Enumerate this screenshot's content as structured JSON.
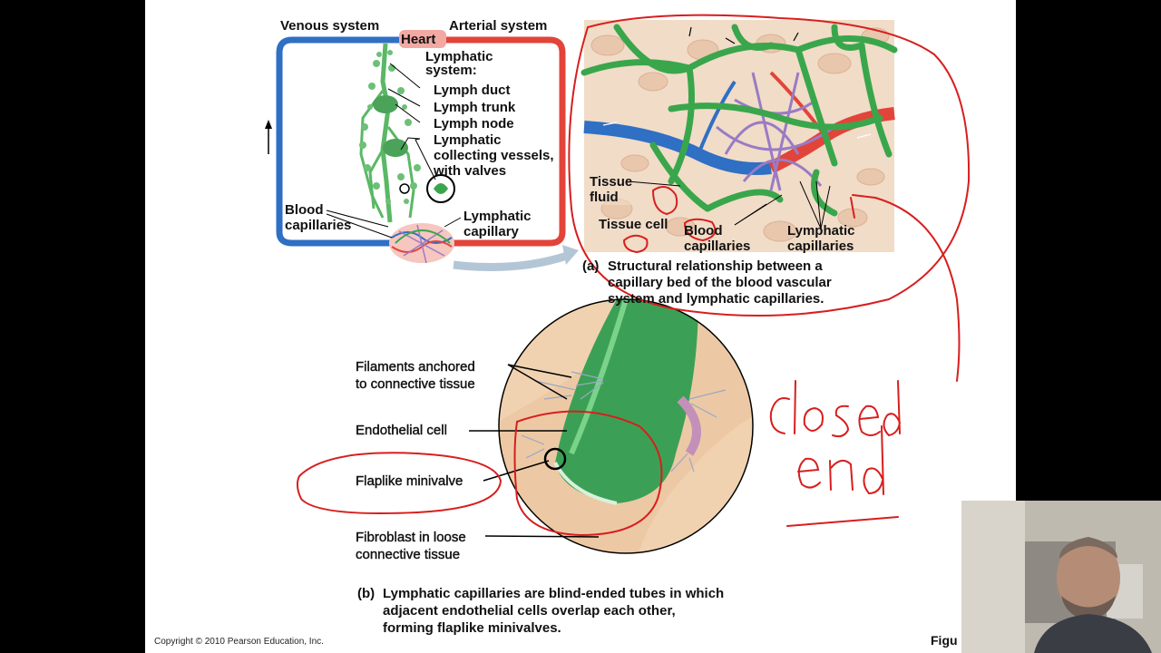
{
  "panel_a": {
    "labels": {
      "venous": "Venous system",
      "arterial": "Arterial system",
      "heart": "Heart",
      "lymphatic_system": "Lymphatic\nsystem:",
      "lymph_duct": "Lymph duct",
      "lymph_trunk": "Lymph trunk",
      "lymph_node": "Lymph node",
      "collecting_vessels": "Lymphatic\ncollecting vessels,\nwith valves",
      "blood_capillaries_left": "Blood\ncapillaries",
      "lymphatic_capillary": "Lymphatic\ncapillary",
      "tissue_fluid": "Tissue\nfluid",
      "tissue_cell": "Tissue cell",
      "blood_capillaries_right": "Blood\ncapillaries",
      "lymphatic_capillaries": "Lymphatic\ncapillaries"
    },
    "caption_letter": "(a)",
    "caption": "Structural relationship between a\ncapillary bed of the blood vascular\nsystem and lymphatic capillaries."
  },
  "panel_b": {
    "labels": {
      "filaments": "Filaments anchored\nto connective tissue",
      "endothelial": "Endothelial cell",
      "minivalve": "Flaplike minivalve",
      "fibroblast": "Fibroblast in loose\nconnective tissue"
    },
    "caption_letter": "(b)",
    "caption": "Lymphatic capillaries are blind-ended tubes in which\nadjacent endothelial cells overlap each other,\nforming flaplike minivalves."
  },
  "annotation": {
    "line1": "closed",
    "line2": "end"
  },
  "footer": {
    "copyright": "Copyright © 2010 Pearson Education, Inc.",
    "figure": "Figu"
  },
  "colors": {
    "artery": "#e2443a",
    "vein": "#2f6fc4",
    "lymph": "#3aa64c",
    "ink": "#d81e1e"
  }
}
